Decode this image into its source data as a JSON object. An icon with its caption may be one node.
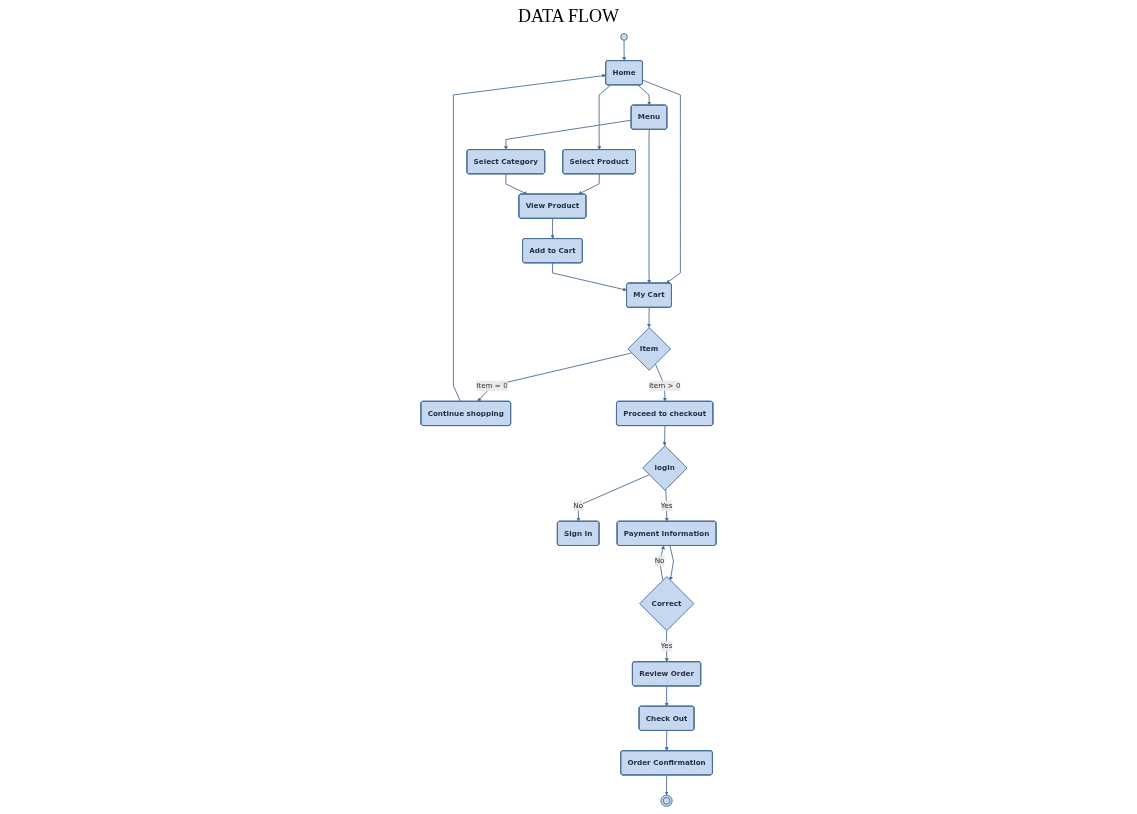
{
  "diagram": {
    "title": "DATA FLOW",
    "nodes": [
      {
        "text": [],
        "shape": "circle"
      },
      {
        "text": [
          "Home"
        ]
      },
      {
        "text": [
          "Select Product"
        ]
      },
      {
        "text": [
          "Menu"
        ]
      },
      {
        "text": [
          "My Cart"
        ]
      },
      {
        "text": [
          "Item"
        ]
      },
      {
        "text": [
          "Continue shopping"
        ]
      },
      {
        "text": [
          "Select Category"
        ]
      },
      {
        "text": [
          "Proceed to checkout"
        ]
      },
      {
        "text": [
          "login"
        ]
      },
      {
        "text": [
          "Sign In"
        ]
      },
      {
        "text": [
          "View Product"
        ]
      },
      {
        "text": [
          "Payment Information"
        ]
      },
      {
        "text": [
          "Correct"
        ]
      },
      {
        "text": [
          "Add to Cart"
        ]
      },
      {
        "text": [
          "Review Order"
        ]
      },
      {
        "text": [
          "Order Confirmation"
        ]
      },
      {
        "text": [
          "Check Out"
        ]
      },
      {
        "text": [],
        "shape": "circle"
      }
    ],
    "edges": [
      {
        "from": 0,
        "to": 1,
        "arrow": "to"
      },
      {
        "from": 1,
        "to": 2,
        "arrow": "to"
      },
      {
        "from": 1,
        "to": 3,
        "arrow": "to"
      },
      {
        "from": 1,
        "to": 4,
        "arrow": "to"
      },
      {
        "from": 3,
        "to": 4,
        "arrow": "to"
      },
      {
        "from": 3,
        "to": 7,
        "arrow": "to"
      },
      {
        "from": 2,
        "to": 11,
        "arrow": "to"
      },
      {
        "from": 7,
        "to": 11,
        "arrow": "to"
      },
      {
        "from": 11,
        "to": 14,
        "arrow": "to"
      },
      {
        "from": 14,
        "to": 4,
        "arrow": "to"
      },
      {
        "from": 4,
        "to": 5,
        "arrow": "to"
      },
      {
        "from": 5,
        "to": 6,
        "label": "Item = 0",
        "arrow": "to"
      },
      {
        "from": 6,
        "to": 1,
        "arrow": "to"
      },
      {
        "from": 5,
        "to": 8,
        "label": "Item > 0",
        "arrow": "to"
      },
      {
        "from": 8,
        "to": 9,
        "arrow": "to"
      },
      {
        "from": 9,
        "to": 10,
        "label": "No",
        "arrow": "to"
      },
      {
        "from": 9,
        "to": 12,
        "label": "Yes",
        "arrow": "to"
      },
      {
        "from": 12,
        "to": 13,
        "arrow": "to"
      },
      {
        "from": 13,
        "to": 12,
        "label": "No",
        "arrow": "to"
      },
      {
        "from": 13,
        "to": 15,
        "label": "Yes",
        "arrow": "to"
      },
      {
        "from": 15,
        "to": 17,
        "arrow": "to"
      },
      {
        "from": 17,
        "to": 16,
        "arrow": "to"
      },
      {
        "from": 16,
        "to": 18,
        "arrow": "to"
      }
    ]
  }
}
